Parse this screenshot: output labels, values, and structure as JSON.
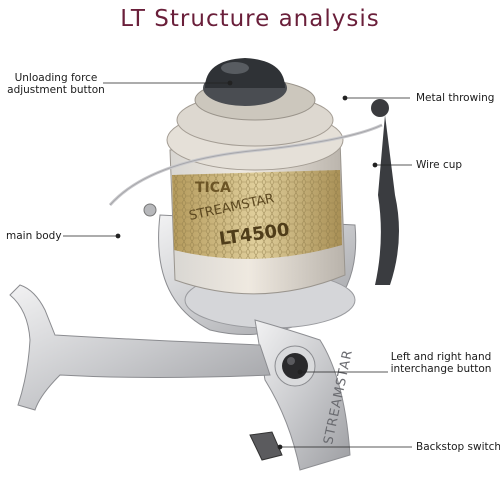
{
  "title": "LT  Structure analysis",
  "callouts": {
    "unloading": "Unloading force\nadjustment button",
    "metal_throwing": "Metal throwing",
    "wire_cup": "Wire cup",
    "main_body": "main body",
    "interchange": "Left and right hand\ninterchange button",
    "backstop": "Backstop switch"
  },
  "reel": {
    "brand": "TICA",
    "model_name": "STREAMSTAR",
    "model_code": "LT4500",
    "stem_text": "STREAMSTAR"
  },
  "colors": {
    "title": "#6a1f3a",
    "body": "#c8c9cc",
    "spool_gold": "#c9b27a"
  }
}
